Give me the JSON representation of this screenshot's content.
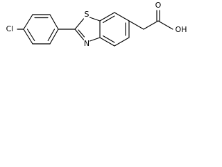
{
  "molecule": {
    "atoms": {
      "chlorine": "Cl",
      "sulfur": "S",
      "nitrogen": "N",
      "carbonyl_oxygen": "O",
      "hydroxyl": "OH"
    }
  },
  "colors": {
    "background": "#ffffff",
    "ink": "#000000"
  }
}
